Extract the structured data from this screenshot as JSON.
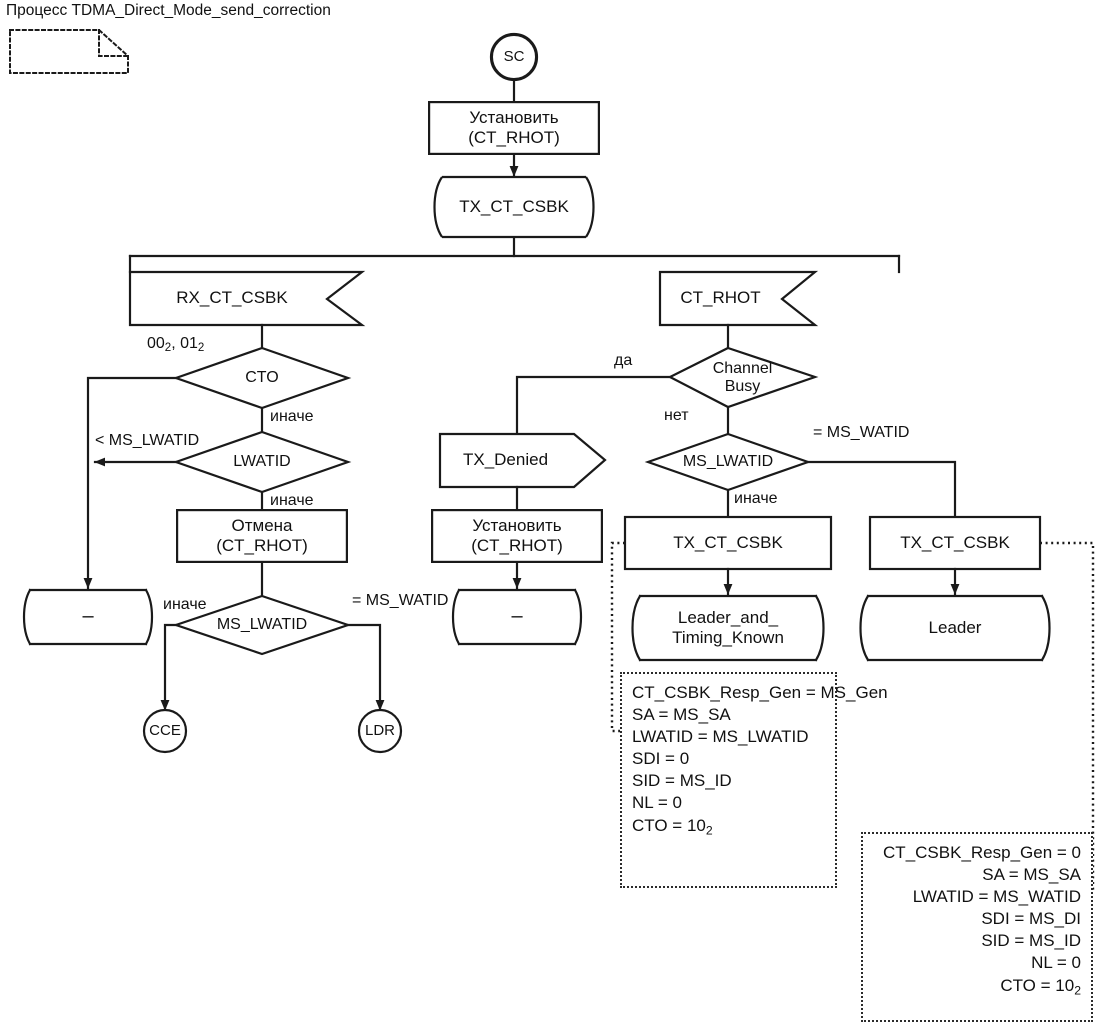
{
  "diagram": {
    "title": "Процесс TDMA_Direct_Mode_send_correction",
    "type": "sdl-flowchart",
    "page_symbol": "dashed-page-note"
  },
  "nodes": {
    "start": "SC",
    "set_rhot_top": "Установить\n(CT_RHOT)",
    "tx_csbk_top": "TX_CT_CSBK",
    "rx_ct_csbk": "RX_CT_CSBK",
    "ct_rhot_in": "CT_RHOT",
    "cto_decision": "CTO",
    "lwatid_decision": "LWATID",
    "channel_busy": "Channel\nBusy",
    "ms_lwatid_right": "MS_LWATID",
    "tx_denied": "TX_Denied",
    "set_rhot_mid": "Установить\n(CT_RHOT)",
    "otmena_rhot": "Отмена\n(CT_RHOT)",
    "ms_lwatid_bottom": "MS_LWATID",
    "dash_state_left": "–",
    "dash_state_mid": "–",
    "tx_csbk_mid": "TX_CT_CSBK",
    "tx_csbk_right": "TX_CT_CSBK",
    "leader_timing": "Leader_and_\nTiming_Known",
    "leader": "Leader",
    "cce": "CCE",
    "ldr": "LDR"
  },
  "node_lines": {
    "set_rhot_top_1": "Установить",
    "set_rhot_top_2": "(CT_RHOT)",
    "set_rhot_mid_1": "Установить",
    "set_rhot_mid_2": "(CT_RHOT)",
    "otmena_1": "Отмена",
    "otmena_2": "(CT_RHOT)",
    "channel_busy_1": "Channel",
    "channel_busy_2": "Busy",
    "leader_timing_1": "Leader_and_",
    "leader_timing_2": "Timing_Known"
  },
  "edge_labels": {
    "cto_true": "00₂, 01₂",
    "cto_else": "иначе",
    "lwatid_lt": "< MS_LWATID",
    "lwatid_else": "иначе",
    "busy_yes": "да",
    "busy_no": "нет",
    "ms_lwatid_right_eq": "= MS_WATID",
    "ms_lwatid_right_else": "иначе",
    "ms_lwatid_bottom_else": "иначе",
    "ms_lwatid_bottom_eq": "= MS_WATID"
  },
  "notes": {
    "left": [
      "CT_CSBK_Resp_Gen = MS_Gen",
      "SA = MS_SA",
      "LWATID = MS_LWATID",
      "SDI = 0",
      "SID = MS_ID",
      "NL = 0",
      "CTO = 10₂"
    ],
    "right": [
      "CT_CSBK_Resp_Gen = 0",
      "SA = MS_SA",
      "LWATID = MS_WATID",
      "SDI = MS_DI",
      "SID = MS_ID",
      "NL = 0",
      "CTO = 10₂"
    ]
  },
  "colors": {
    "stroke": "#1a1a1a",
    "background": "#ffffff",
    "text": "#111111"
  }
}
